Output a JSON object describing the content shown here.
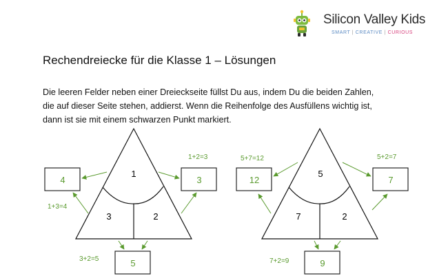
{
  "brand": {
    "name": "Silicon Valley Kids",
    "tag_smart": "SMART",
    "sep1": " | ",
    "tag_creative": "CREATIVE",
    "sep2": " | ",
    "tag_curious": "CURIOUS",
    "colors": {
      "smart": "#5b8ac2",
      "creative": "#5b8ac2",
      "curious": "#d63d7a",
      "robot": "#7dbb3f"
    }
  },
  "title": "Rechendreiecke für die Klasse 1 – Lösungen",
  "instructions": [
    "Die leeren Felder neben einer Dreieckseite füllst Du aus, indem Du die beiden Zahlen,",
    "die auf dieser Seite stehen, addierst. Wenn die Reihenfolge des Ausfüllens wichtig ist,",
    "dann ist sie mit einem schwarzen Punkt markiert."
  ],
  "triangle_1": {
    "top": "1",
    "left": "3",
    "right": "2",
    "box_left": "4",
    "box_right": "3",
    "box_bottom": "5",
    "eq_left": "1+3=4",
    "eq_right": "1+2=3",
    "eq_bottom": "3+2=5"
  },
  "triangle_2": {
    "top": "5",
    "left": "7",
    "right": "2",
    "box_left": "12",
    "box_right": "7",
    "box_bottom": "9",
    "eq_left": "5+7=12",
    "eq_right": "5+2=7",
    "eq_bottom": "7+2=9"
  },
  "colors": {
    "answer": "#5a9a2e",
    "line": "#111111"
  }
}
